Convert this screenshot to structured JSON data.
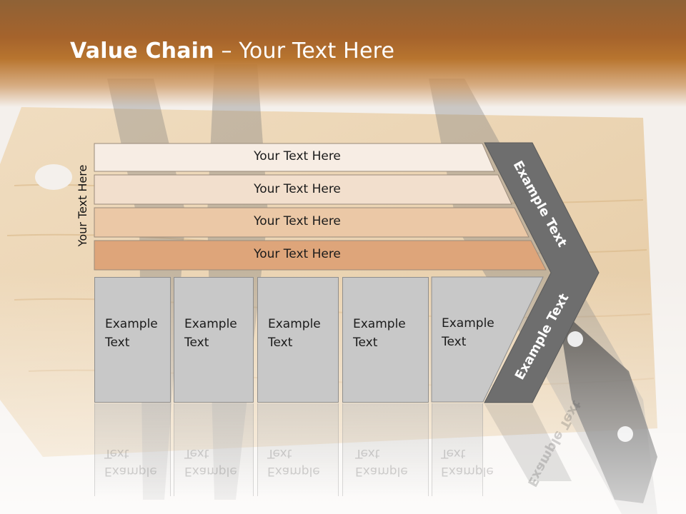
{
  "title": {
    "bold": "Value Chain",
    "rest": " – Your Text Here"
  },
  "side_label": "Your Text Here",
  "bands": [
    {
      "label": "Your Text Here",
      "color": "#f7ede4"
    },
    {
      "label": "Your Text Here",
      "color": "#f2dfcd"
    },
    {
      "label": "Your Text Here",
      "color": "#ebc8a6"
    },
    {
      "label": "Your Text Here",
      "color": "#dea57a"
    }
  ],
  "boxes": [
    {
      "line1": "Example",
      "line2": "Text"
    },
    {
      "line1": "Example",
      "line2": "Text"
    },
    {
      "line1": "Example",
      "line2": "Text"
    },
    {
      "line1": "Example",
      "line2": "Text"
    },
    {
      "line1": "Example",
      "line2": "Text"
    }
  ],
  "chevron": {
    "top_label": "Example Text",
    "bottom_label": "Example Text",
    "color": "#6e6e6e"
  },
  "colors": {
    "header": "#a5632c",
    "box_fill": "#c8c8c8"
  }
}
